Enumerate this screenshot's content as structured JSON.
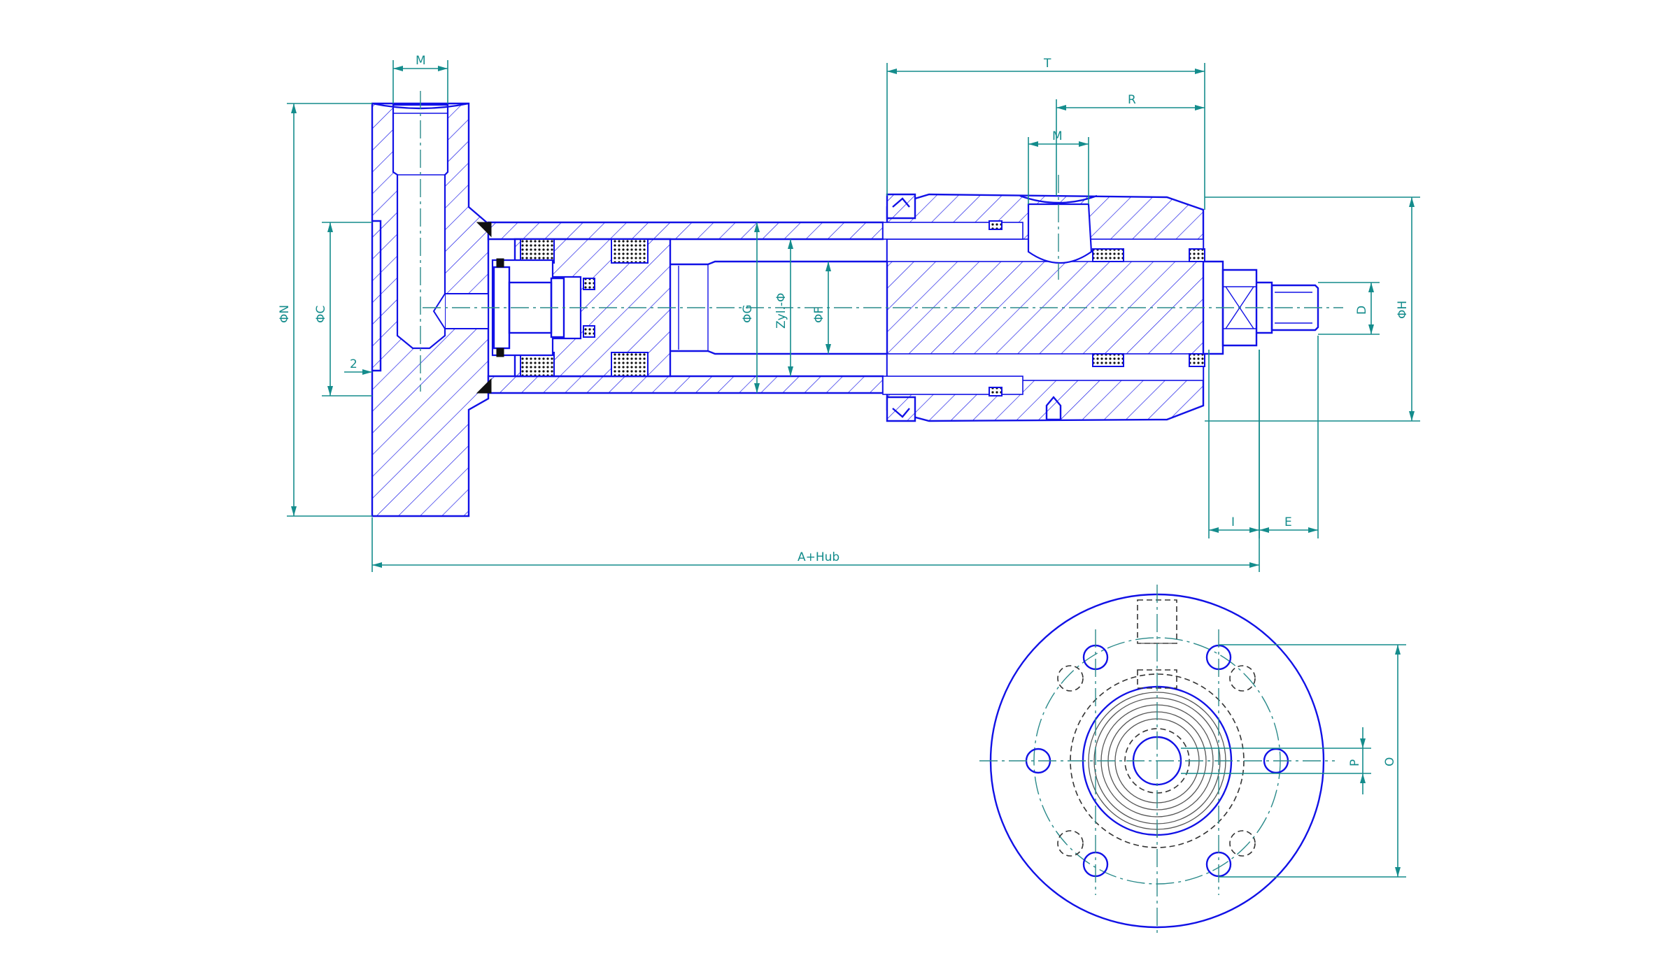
{
  "dimensions": {
    "M_top": "M",
    "T": "T",
    "R": "R",
    "M_rod": "M",
    "phi_N": "ΦN",
    "phi_C": "ΦC",
    "two": "2",
    "phi_G": "ΦG",
    "zyl_phi": "Zyl.-Φ",
    "phi_F": "ΦF",
    "D": "D",
    "phi_H": "ΦH",
    "I": "I",
    "E": "E",
    "A_hub": "A+Hub",
    "P": "P",
    "O": "O"
  },
  "colors": {
    "part_line": "#1111e6",
    "dimension_line": "#148c8c",
    "center_line": "#2a8a8a",
    "background": "#ffffff"
  }
}
